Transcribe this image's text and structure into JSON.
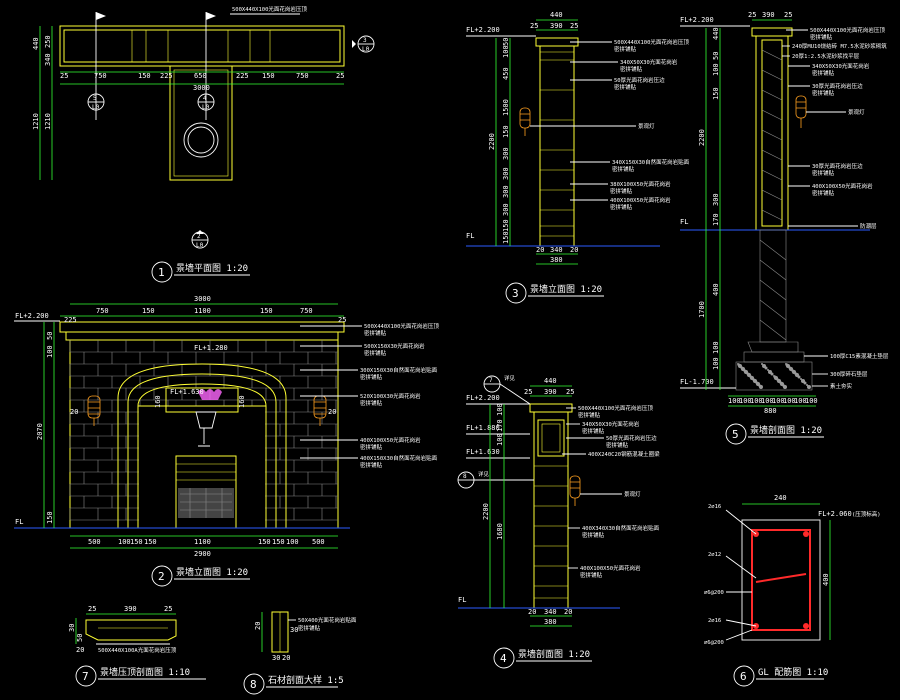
{
  "drawings": {
    "d1": {
      "num": "1",
      "title": "景墙平面图 1:20"
    },
    "d2": {
      "num": "2",
      "title": "景墙立面图 1:20"
    },
    "d3": {
      "num": "3",
      "title": "景墙立面图 1:20"
    },
    "d4": {
      "num": "4",
      "title": "景墙剖面图 1:20"
    },
    "d5": {
      "num": "5",
      "title": "景墙剖面图 1:20"
    },
    "d6": {
      "num": "6",
      "title": "GL 配筋图 1:10"
    },
    "d7": {
      "num": "7",
      "title": "景墙压顶剖面图 1:10"
    },
    "d8": {
      "num": "8",
      "title": "石材剖面大样 1:5"
    }
  },
  "plan": {
    "top_note": "500X440X100光面花岗岩压顶",
    "dims_bottom": [
      "25",
      "750",
      "150",
      "225",
      "650",
      "225",
      "150",
      "750",
      "25"
    ],
    "total": "3000",
    "dims_left": [
      "440",
      "250",
      "340",
      "1210",
      "1210"
    ],
    "callouts": [
      {
        "a": "3",
        "b": "L0"
      },
      {
        "a": "5",
        "b": "L0"
      },
      {
        "a": "4",
        "b": "L0"
      },
      {
        "a": "2",
        "b": "L0"
      }
    ]
  },
  "elev2": {
    "levels": [
      "FL+2.200",
      "FL+1.280",
      "FL+1.630",
      "FL"
    ],
    "dims_top": [
      "750",
      "150",
      "1100",
      "150",
      "750"
    ],
    "top_total": "3000",
    "top_small": [
      "225",
      "25"
    ],
    "dims_bottom": [
      "500",
      "100",
      "150",
      "150",
      "1100",
      "150",
      "150",
      "100",
      "500"
    ],
    "bottom_total": "2900",
    "dims_left": [
      "50",
      "100",
      "2070",
      "150"
    ],
    "small": [
      "20",
      "20",
      "160",
      "160"
    ],
    "notes": [
      "500X440X100光面花岗岩压顶",
      "500X150X30光面花岗岩",
      "300X150X30自然面花岗岩贴面",
      "520X100X30光面花岗岩",
      "400X100X50光面花岗岩",
      "400X150X30自然面花岗岩贴面"
    ],
    "notes_sub": "密拼铺贴"
  },
  "elev3": {
    "level_top": "FL+2.200",
    "level_bot": "FL",
    "dims_top": [
      "440",
      "25",
      "390",
      "25"
    ],
    "dims_right": [
      "50",
      "100",
      "450",
      "1500",
      "150",
      "300",
      "300",
      "300",
      "300",
      "150",
      "150"
    ],
    "dims_left_total": "2200",
    "dims_bottom": [
      "20",
      "340",
      "20"
    ],
    "bottom_total": "380",
    "notes": [
      "500X440X100光面花岗岩压顶",
      "340X50X30光面花岗岩",
      "50厚光面花岗岩压边",
      "景观灯",
      "340X150X30自然面花岗岩贴面",
      "380X100X50光面花岗岩",
      "400X100X50光面花岗岩"
    ],
    "notes_sub": "密拼铺贴"
  },
  "sec4": {
    "levels": [
      "FL+2.200",
      "FL+1.880",
      "FL+1.630",
      "FL"
    ],
    "dims_top": [
      "440",
      "25",
      "390",
      "25"
    ],
    "dims_left": [
      "100",
      "170",
      "100",
      "2200",
      "1680"
    ],
    "dims_bottom": [
      "20",
      "340",
      "20"
    ],
    "bottom_total": "380",
    "callouts": [
      {
        "num": "7",
        "label": "详见"
      },
      {
        "num": "8",
        "label": "详见"
      }
    ],
    "notes": [
      "500X440X100光面花岗岩压顶",
      "340X50X30光面花岗岩",
      "50厚光面花岗岩压边",
      "400X240C20钢筋混凝土圈梁",
      "景观灯",
      "400X340X30自然面花岗岩贴面",
      "400X100X50光面花岗岩"
    ],
    "notes_sub": "密拼铺贴"
  },
  "sec5": {
    "levels": [
      "FL+2.200",
      "FL",
      "FL-1.700"
    ],
    "dims_top": [
      "25",
      "390",
      "25"
    ],
    "dims_left": [
      "440",
      "50",
      "100",
      "150",
      "2200",
      "300",
      "170",
      "1700",
      "400",
      "100",
      "100"
    ],
    "dims_bottom": [
      "100",
      "100",
      "100",
      "100",
      "100",
      "100",
      "100",
      "100"
    ],
    "bottom_total": "880",
    "notes": [
      "500X440X100光面花岗岩压顶",
      "240厚MU10烧结砖 M7.5水泥砂浆砌筑",
      "20厚1:2.5水泥砂浆找平层",
      "340X50X30光面花岗岩",
      "30厚光面花岗岩压边",
      "景观灯",
      "30厚光面花岗岩压边",
      "400X100X50光面花岗岩",
      "防潮层",
      "100厚C15素混凝土垫层",
      "300厚碎石垫层",
      "素土夯实"
    ],
    "notes_sub": "密拼铺贴"
  },
  "gl6": {
    "dim_top": "240",
    "level": "FL+2.060",
    "level_note": "(压顶标高)",
    "dim_right": "400",
    "rebars": [
      "2⌀16",
      "2⌀12",
      "⌀6@200",
      "2⌀16",
      "⌀6@200"
    ]
  },
  "sec7": {
    "dims_top": [
      "25",
      "390",
      "25"
    ],
    "dims_left": [
      "30",
      "50",
      "20"
    ],
    "note": "500X440X100A光面花岗岩压顶"
  },
  "sec8": {
    "dims": [
      "20",
      "30",
      "20",
      "30"
    ],
    "notes": [
      "50X400光面花岗岩贴面",
      "密拼铺贴"
    ]
  }
}
